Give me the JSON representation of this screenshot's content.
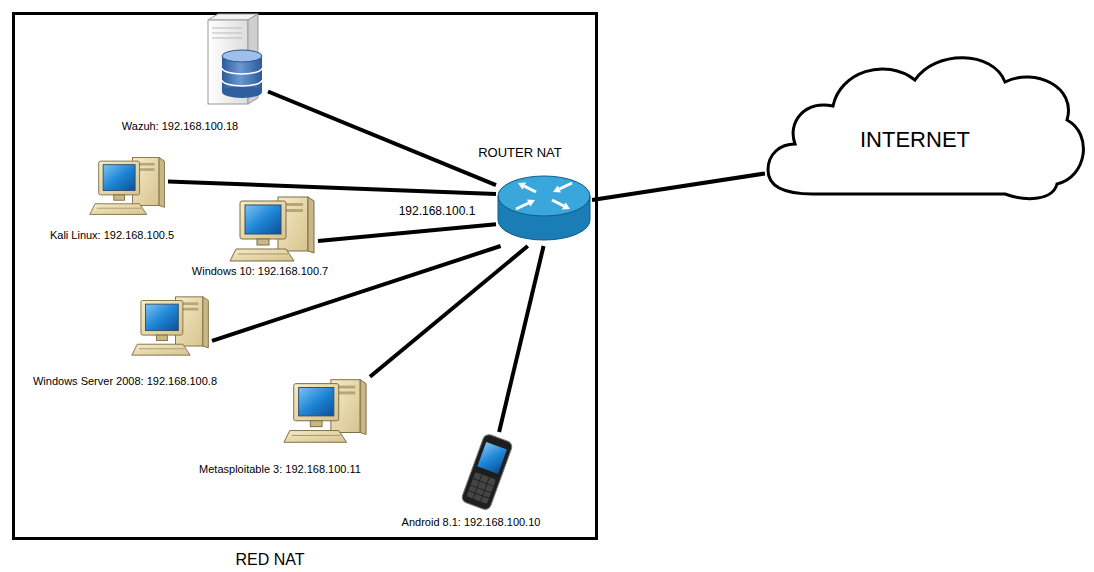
{
  "diagram": {
    "nodes": [
      {
        "text": [
          "RED NAT"
        ]
      },
      {
        "text": [
          "Wazuh: 192.168.100.18"
        ],
        "in": 0
      },
      {
        "text": [
          "Kali Linux: 192.168.100.5"
        ],
        "in": 0
      },
      {
        "text": [
          "Windows 10: 192.168.100.7"
        ],
        "in": 0
      },
      {
        "text": [
          "ROUTER NAT",
          "192.168.100.1"
        ],
        "in": 0
      },
      {
        "text": [
          "Windows Server 2008: 192.168.100.8"
        ],
        "in": 0
      },
      {
        "text": [
          "Metasploitable 3: 192.168.100.11"
        ],
        "in": 0
      },
      {
        "text": [
          "Android 8.1: 192.168.100.10"
        ],
        "in": 0
      },
      {
        "text": [
          "INTERNET"
        ]
      }
    ],
    "edges": [
      {
        "from": 1,
        "to": 4,
        "arrow": "none"
      },
      {
        "from": 2,
        "to": 4,
        "arrow": "none"
      },
      {
        "from": 3,
        "to": 4,
        "arrow": "none"
      },
      {
        "from": 5,
        "to": 4,
        "arrow": "none"
      },
      {
        "from": 6,
        "to": 4,
        "arrow": "none"
      },
      {
        "from": 7,
        "to": 4,
        "arrow": "none"
      },
      {
        "from": 4,
        "to": 8,
        "arrow": "none"
      }
    ]
  }
}
